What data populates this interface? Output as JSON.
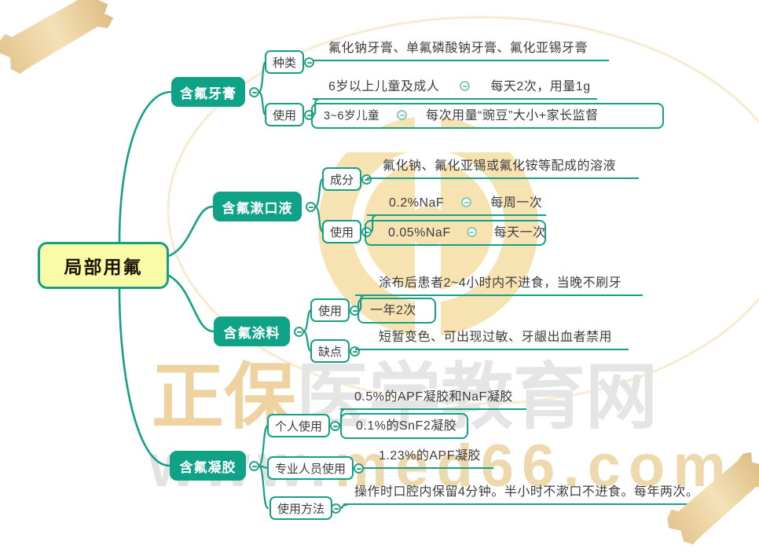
{
  "root": {
    "label": "局部用氟"
  },
  "b1": {
    "label": "含氟牙膏",
    "sub1": "种类",
    "sub2": "使用",
    "r1": "氟化钠牙膏、单氟磷酸钠牙膏、氟化亚锡牙膏",
    "r2a": "6岁以上儿童及成人",
    "r2b": "每天2次，用量1g",
    "r3a": "3~6岁儿童",
    "r3b": "每次用量“豌豆”大小+家长监督"
  },
  "b2": {
    "label": "含氟漱口液",
    "sub1": "成分",
    "sub2": "使用",
    "r1": "氟化钠、氟化亚锡或氟化铵等配成的溶液",
    "r2a": "0.2%NaF",
    "r2b": "每周一次",
    "r3a": "0.05%NaF",
    "r3b": "每天一次"
  },
  "b3": {
    "label": "含氟涂料",
    "sub1": "使用",
    "sub2": "缺点",
    "r1": "涂布后患者2~4小时内不进食，当晚不刷牙",
    "r2": "一年2次",
    "r3": "短暂变色、可出现过敏、牙龈出血者禁用"
  },
  "b4": {
    "label": "含氟凝胶",
    "sub1": "个人使用",
    "sub2": "专业人员使用",
    "sub3": "使用方法",
    "r1": "0.5%的APF凝胶和NaF凝胶",
    "r2": "0.1%的SnF2凝胶",
    "r3": "1.23%的APF凝胶",
    "r4": "操作时口腔内保留4分钟。半小时不漱口不进食。每年两次。"
  },
  "watermark": {
    "brand_solid": "正保",
    "brand_gray": "医学教育网",
    "url_www": "www.",
    "url_mid": "med66",
    "url_end": ".com"
  },
  "icons": {
    "collapse": "minus-circle",
    "decoration": "washi-tape"
  },
  "colors": {
    "teal_line": "#17a086",
    "branch_fill": "#0fa287",
    "root_fill": "#fafba6",
    "leaf_text": "#3d3d3d",
    "watermark_tan": "#eed3a0",
    "watermark_gray": "#e5e5e5"
  }
}
